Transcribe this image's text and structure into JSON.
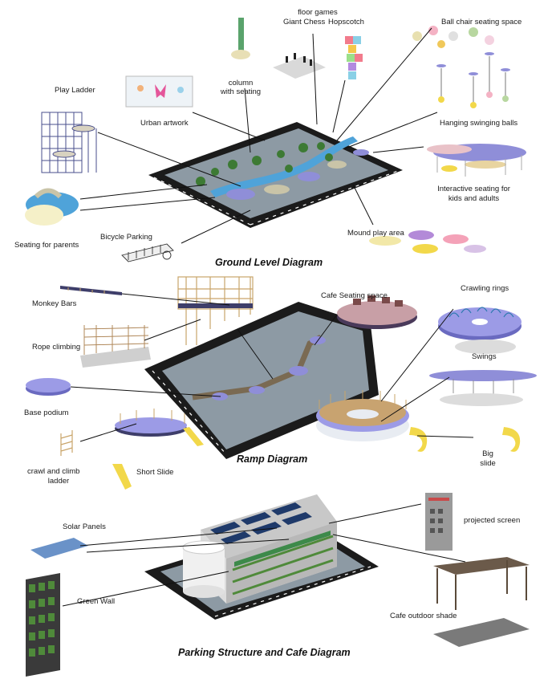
{
  "sections": {
    "ground": "Ground Level Diagram",
    "ramp": "Ramp Diagram",
    "parking": "Parking Structure and Cafe Diagram"
  },
  "labels": {
    "floor_games": "floor games",
    "giant_chess": "Giant Chess",
    "hopscotch": "Hopscotch",
    "ball_chair": "Ball chair seating space",
    "play_ladder": "Play Ladder",
    "column_seating_1": "column",
    "column_seating_2": "with seating",
    "urban_artwork": "Urban artwork",
    "hanging_balls": "Hanging swinging balls",
    "interactive_seating_1": "Interactive seating for",
    "interactive_seating_2": "kids and adults",
    "seating_parents": "Seating for parents",
    "bicycle_parking": "Bicycle Parking",
    "mound_play": "Mound play area",
    "monkey_bars": "Monkey Bars",
    "cafe_seating": "Cafe Seating space",
    "crawling_rings": "Crawling rings",
    "rope_climbing": "Rope climbing",
    "swings": "Swings",
    "base_podium": "Base podium",
    "crawl_ladder_1": "crawl and climb",
    "crawl_ladder_2": "ladder",
    "short_slide": "Short Slide",
    "big_slide_1": "Big",
    "big_slide_2": "slide",
    "solar_panels": "Solar Panels",
    "projected_screen": "projected screen",
    "green_wall": "Green Wall",
    "cafe_shade": "Cafe outdoor shade"
  },
  "colors": {
    "ink": "#1a1a1a",
    "slab": "#1b1b1b",
    "floor": "#8d9aa4",
    "water": "#4fa3d9",
    "podium": "#8f8ed8",
    "timber": "#c9a56a",
    "slide": "#f2d84a",
    "green": "#4f8a3a"
  }
}
